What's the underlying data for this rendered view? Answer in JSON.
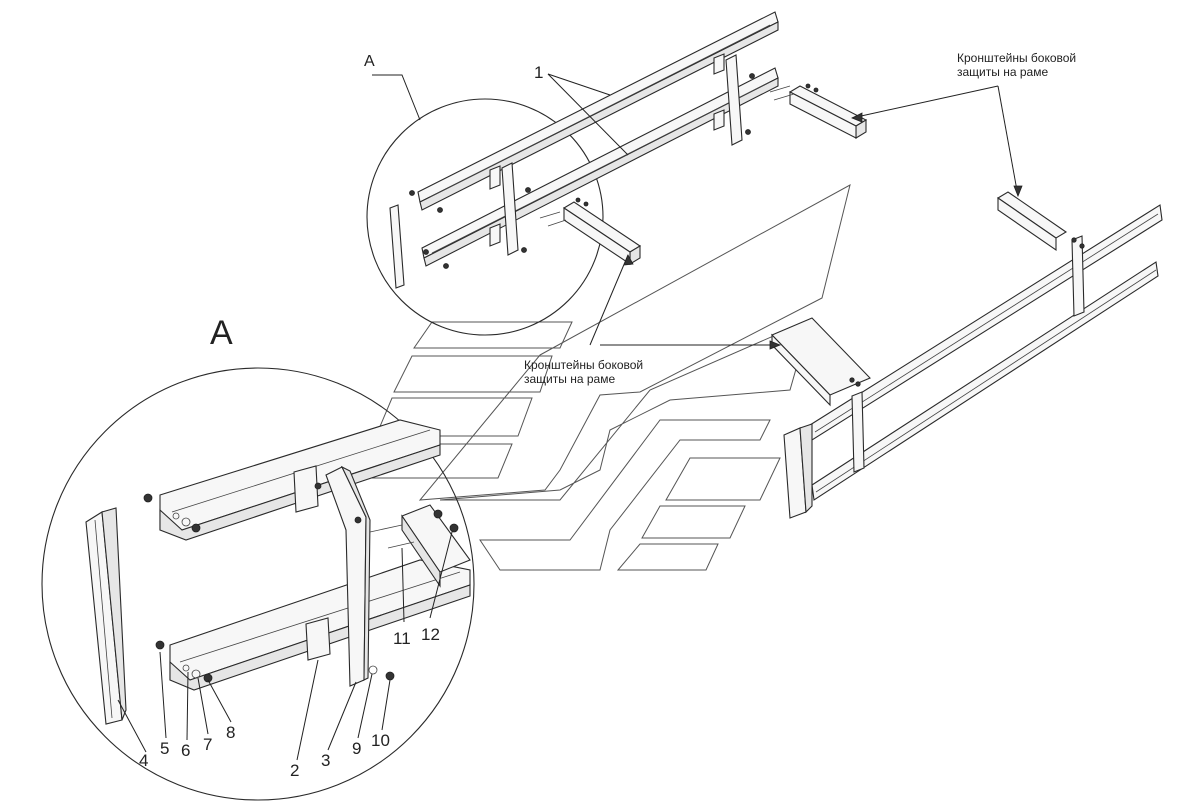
{
  "view_label_small": "A",
  "view_label_large": "A",
  "callouts": {
    "brackets_top": [
      "Кронштейны боковой",
      "защиты на раме"
    ],
    "brackets_mid": [
      "Кронштейны боковой",
      "защиты на раме"
    ]
  },
  "part_numbers": {
    "n1": "1",
    "n2": "2",
    "n3": "3",
    "n4": "4",
    "n5": "5",
    "n6": "6",
    "n7": "7",
    "n8": "8",
    "n9": "9",
    "n10": "10",
    "n11": "11",
    "n12": "12"
  }
}
